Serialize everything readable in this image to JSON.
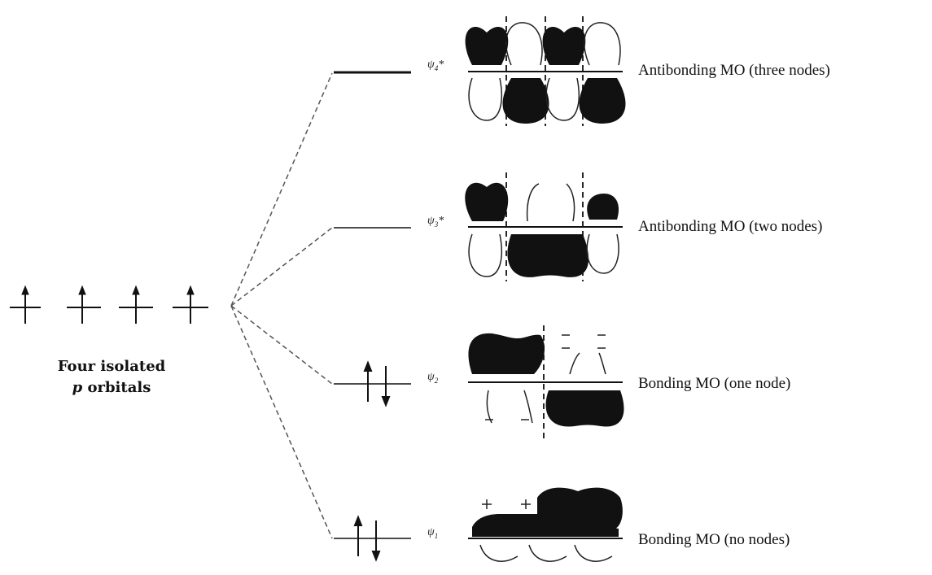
{
  "isolated": {
    "line1": "Four isolated",
    "line2_italic": "p",
    "line2_rest": " orbitals"
  },
  "levels": [
    {
      "symbol": "ψ",
      "subscript": "4",
      "star": "*",
      "label": "Antibonding MO (three nodes)",
      "electrons": 0
    },
    {
      "symbol": "ψ",
      "subscript": "3",
      "star": "*",
      "label": "Antibonding MO (two nodes)",
      "electrons": 0
    },
    {
      "symbol": "ψ",
      "subscript": "2",
      "star": "",
      "label": "Bonding MO (one node)",
      "electrons": 2
    },
    {
      "symbol": "ψ",
      "subscript": "1",
      "star": "",
      "label": "Bonding MO (no nodes)",
      "electrons": 2
    }
  ],
  "colors": {
    "ink": "#111111",
    "dash": "#555555"
  }
}
